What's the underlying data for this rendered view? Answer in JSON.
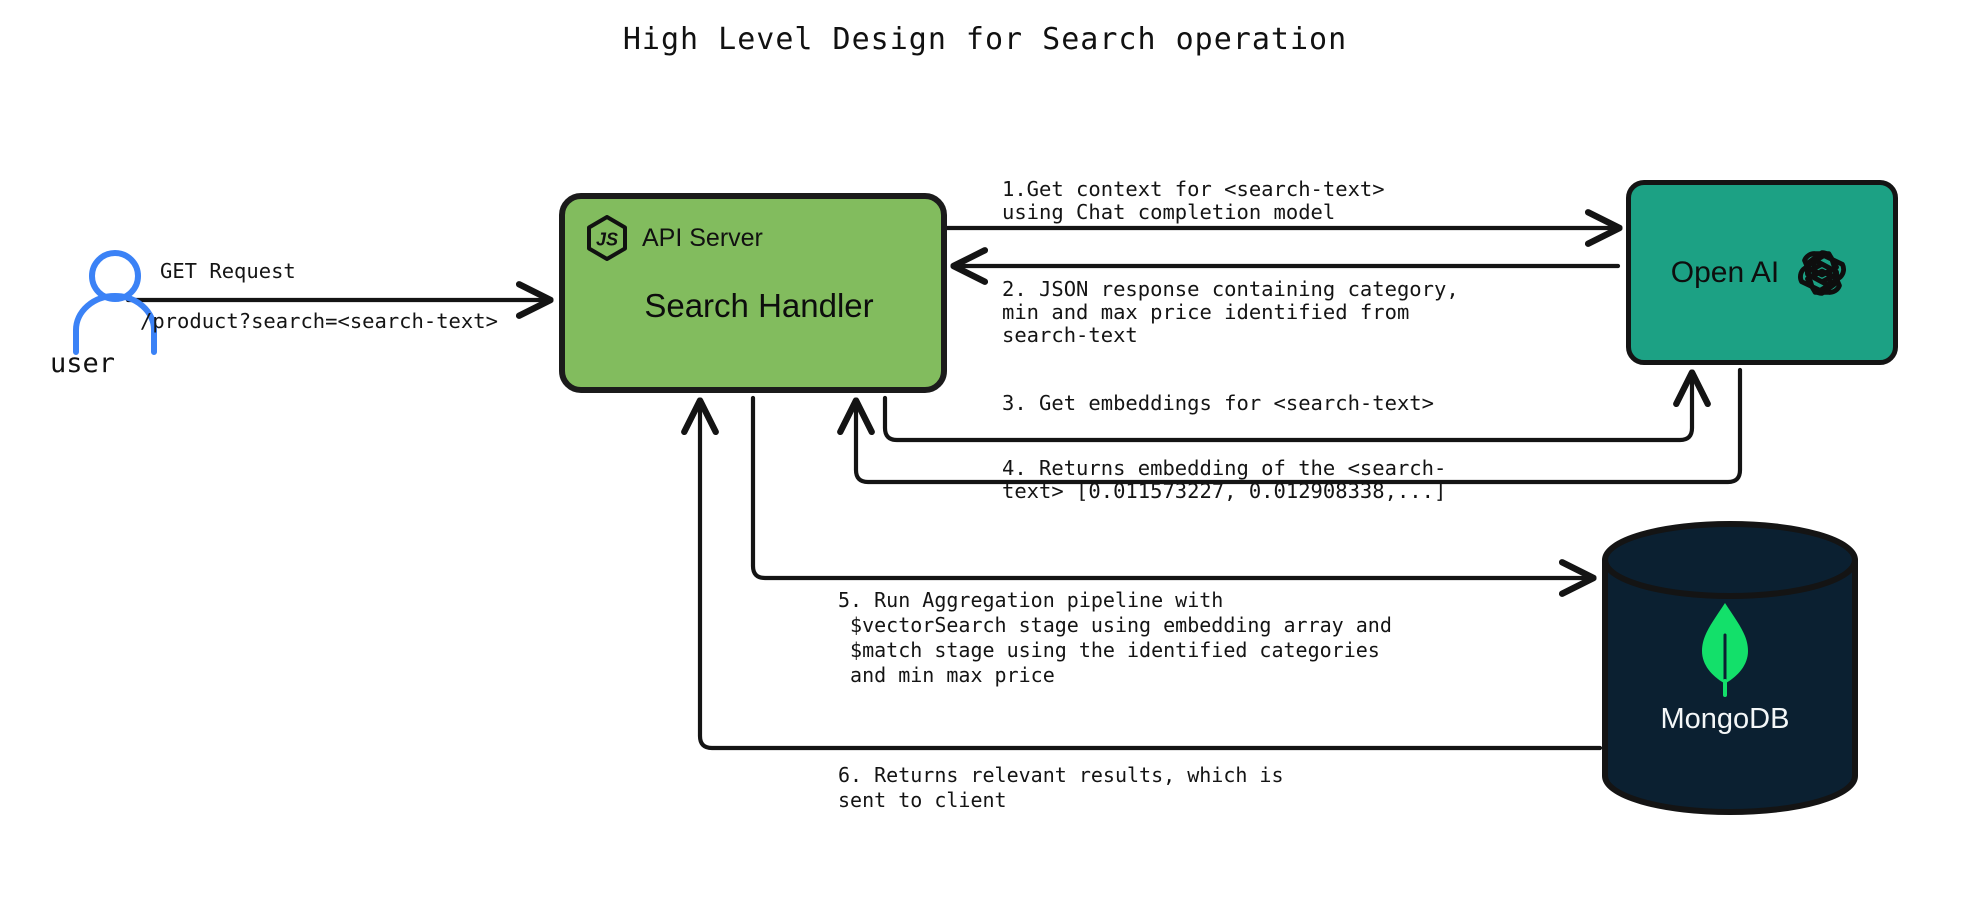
{
  "title": "High Level Design for Search operation",
  "colors": {
    "api_node_fill": "#82BC5E",
    "openai_node_fill": "#1CA184",
    "mongo_node_fill": "#0B2031",
    "mongo_leaf": "#13E06A",
    "user_icon": "#3B82F6",
    "stroke": "#141414",
    "background": "#FFFFFF"
  },
  "actors": {
    "user": {
      "label": "user",
      "icon": "user-icon"
    }
  },
  "nodes": {
    "api_server": {
      "badge": "API Server",
      "title": "Search Handler",
      "icon": "nodejs-icon"
    },
    "openai": {
      "label": "Open AI",
      "icon": "openai-icon"
    },
    "mongodb": {
      "label": "MongoDB",
      "icon": "mongodb-leaf-icon"
    }
  },
  "edges": {
    "user_request": {
      "above": "GET Request",
      "below": "/product?search=<search-text>"
    },
    "step1": {
      "line1": "1.Get context for <search-text>",
      "line2": "using Chat completion model"
    },
    "step2": {
      "line1": "2. JSON response containing category,",
      "line2": "min and max price identified from",
      "line3": "search-text"
    },
    "step3": {
      "line1": "3. Get embeddings for <search-text>"
    },
    "step4": {
      "line1": "4. Returns embedding of the <search-",
      "line2": "text> [0.011573227, 0.012908338,...]"
    },
    "step5": {
      "line1": "5. Run Aggregation pipeline with",
      "line2": " $vectorSearch stage using embedding array and",
      "line3": " $match stage using the identified categories",
      "line4": " and min max price"
    },
    "step6": {
      "line1": "6. Returns relevant results, which is",
      "line2": "sent to client"
    }
  }
}
